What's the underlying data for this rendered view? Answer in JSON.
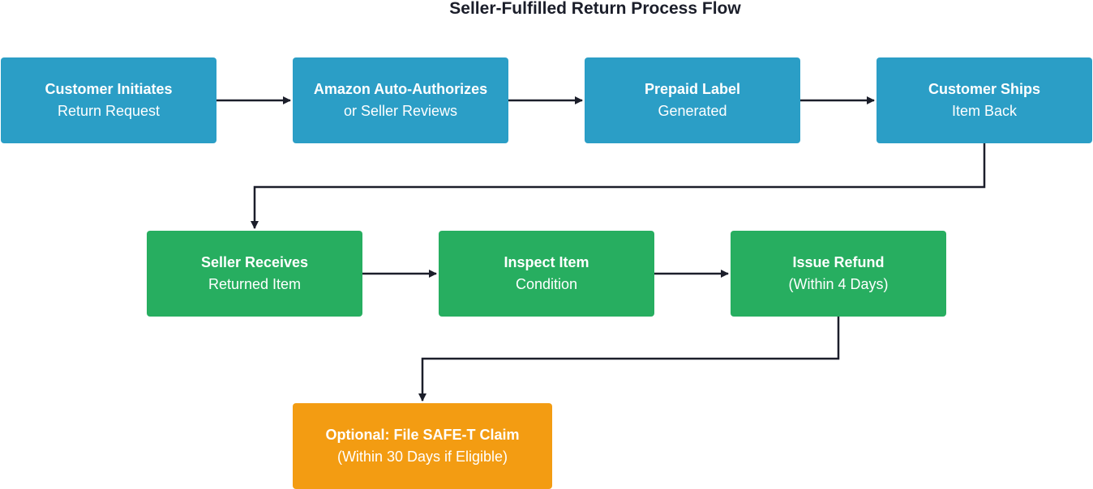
{
  "title": "Seller-Fulfilled Return Process Flow",
  "colors": {
    "stage_customer": "#2b9ec6",
    "stage_seller": "#27ae60",
    "stage_optional": "#f39c12",
    "connector": "#1b1e2a"
  },
  "nodes": [
    {
      "line1": "Customer Initiates",
      "line2": "Return Request"
    },
    {
      "line1": "Amazon Auto-Authorizes",
      "line2": "or Seller Reviews"
    },
    {
      "line1": "Prepaid Label",
      "line2": "Generated"
    },
    {
      "line1": "Customer Ships",
      "line2": "Item Back"
    },
    {
      "line1": "Seller Receives",
      "line2": "Returned Item"
    },
    {
      "line1": "Inspect Item",
      "line2": "Condition"
    },
    {
      "line1": "Issue Refund",
      "line2": "(Within 4 Days)"
    },
    {
      "line1": "Optional: File SAFE-T Claim",
      "line2": "(Within 30 Days if Eligible)"
    }
  ]
}
